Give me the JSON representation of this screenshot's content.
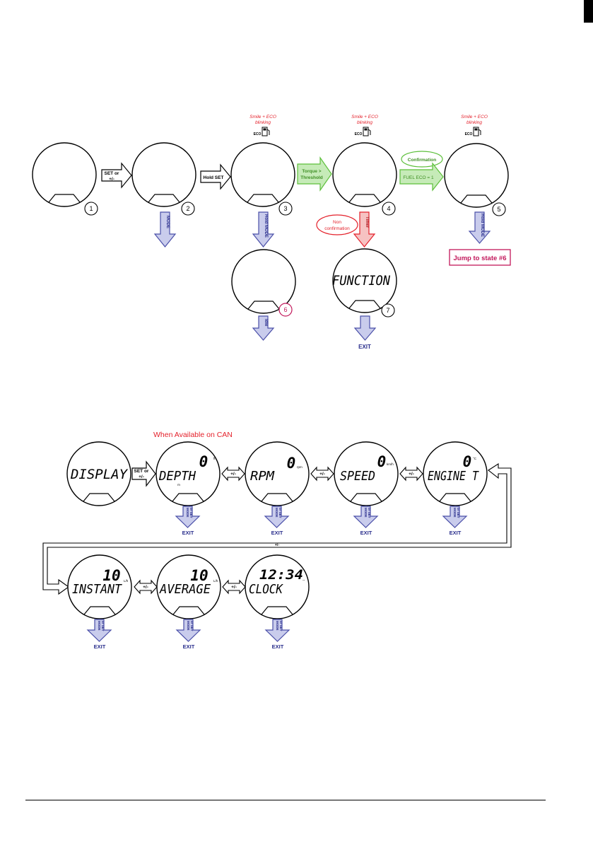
{
  "colors": {
    "ink": "#000000",
    "blue_arrow_fill": "#c9ccec",
    "blue_arrow_stroke": "#4a4fa8",
    "blue_text": "#2a2e8c",
    "red": "#e4212b",
    "red_arrow_fill": "#f6c2c2",
    "green": "#5cbf3a",
    "green_fill": "#c6ebb8",
    "magenta": "#c2185b"
  },
  "top_diagram": {
    "states": [
      {
        "number": "1",
        "lcd_text": ""
      },
      {
        "number": "2",
        "lcd_text": ""
      },
      {
        "number": "3",
        "lcd_text": "",
        "status_note": "Smile + ECO blinking",
        "status_icon": "fuel-pump-eco-icon",
        "eco_label": "ECO"
      },
      {
        "number": "4",
        "lcd_text": "",
        "status_note": "Smile + ECO blinking",
        "status_icon": "fuel-pump-eco-icon",
        "eco_label": "ECO"
      },
      {
        "number": "5",
        "lcd_text": "",
        "status_note": "Smile + ECO blinking",
        "status_icon": "fuel-pump-eco-icon",
        "eco_label": "ECO"
      },
      {
        "number": "6",
        "lcd_text": ""
      },
      {
        "number": "7",
        "lcd_text": "FUNCTION"
      }
    ],
    "transitions": {
      "s1_to_s2": "SET or +/-",
      "s2_to_s3": "Hold SET",
      "s3_to_s4": "Torque > Threshold",
      "s4_to_s5": "FUEL ECO = 1",
      "confirmation": "Confirmation",
      "non_confirmation": "Non confirmation",
      "s2_down": "MODE",
      "s3_down": "Hold MODE",
      "s4_down": "Timer",
      "s5_down": "Hold MODE",
      "s6_down": "Idle",
      "s7_down_exit": "EXIT"
    },
    "jump_box": "Jump to state #6"
  },
  "bottom_diagram": {
    "availability_note": "When Available on CAN",
    "screens": [
      {
        "main": "DISPLAY",
        "value": "",
        "unit": ""
      },
      {
        "main": "DEPTH",
        "value": "0",
        "unit": "ft",
        "sub_unit": "m"
      },
      {
        "main": "RPM",
        "value": "0",
        "unit": "rpm"
      },
      {
        "main": "SPEED",
        "value": "0",
        "unit": "km/h"
      },
      {
        "main": "ENGINE T",
        "value": "0",
        "unit": "°C"
      },
      {
        "main": "INSTANT",
        "value": "10",
        "unit": "L/h"
      },
      {
        "main": "AVERAGE",
        "value": "10",
        "unit": "L/h"
      },
      {
        "main": "CLOCK",
        "value": "12:34",
        "unit": "--"
      }
    ],
    "arrows": {
      "enter": "SET or +/-",
      "step": "+/-",
      "wrap": "+/-",
      "down": "MODE or SET",
      "exit": "EXIT"
    }
  }
}
